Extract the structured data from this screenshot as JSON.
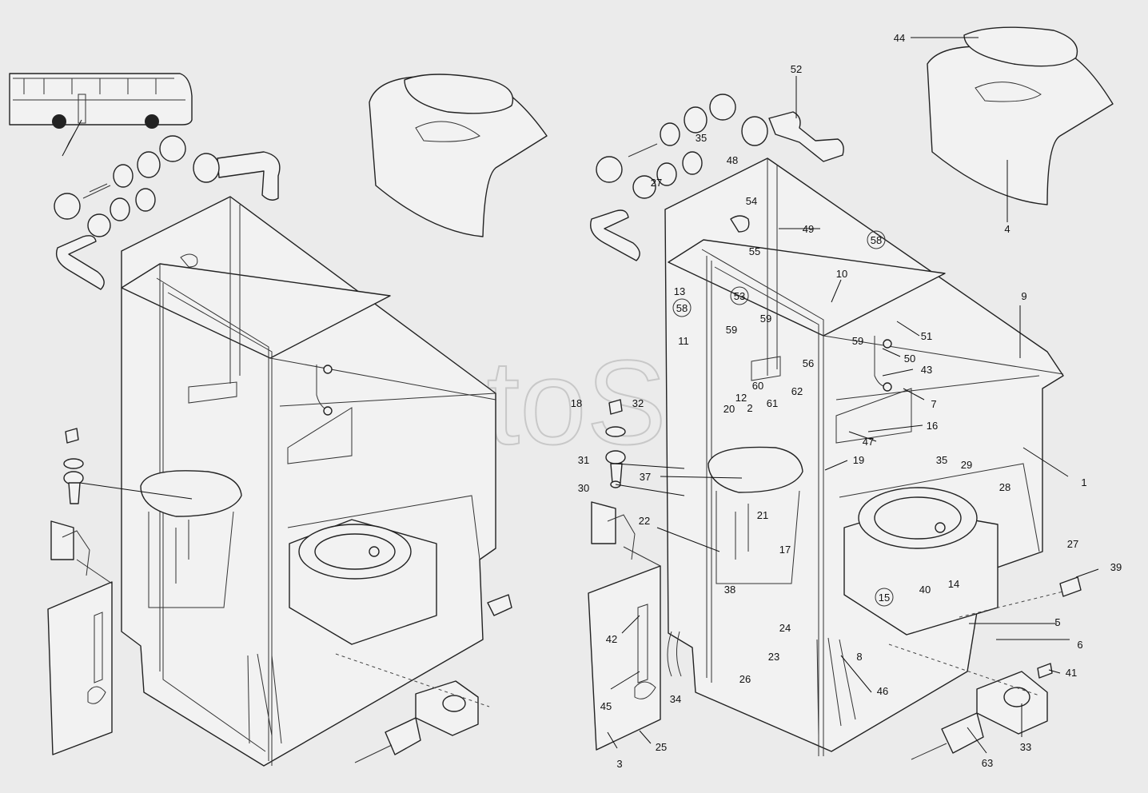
{
  "watermark": "AutoSoft",
  "callouts": [
    {
      "t": "44"
    },
    {
      "t": "52"
    },
    {
      "t": "35"
    },
    {
      "t": "48"
    },
    {
      "t": "27"
    },
    {
      "t": "54"
    },
    {
      "t": "49"
    },
    {
      "t": "58"
    },
    {
      "t": "55"
    },
    {
      "t": "4"
    },
    {
      "t": "13"
    },
    {
      "t": "10"
    },
    {
      "t": "58"
    },
    {
      "t": "53"
    },
    {
      "t": "9"
    },
    {
      "t": "51"
    },
    {
      "t": "11"
    },
    {
      "t": "59"
    },
    {
      "t": "59"
    },
    {
      "t": "59"
    },
    {
      "t": "50"
    },
    {
      "t": "56"
    },
    {
      "t": "43"
    },
    {
      "t": "60"
    },
    {
      "t": "12"
    },
    {
      "t": "62"
    },
    {
      "t": "7"
    },
    {
      "t": "18"
    },
    {
      "t": "32"
    },
    {
      "t": "2"
    },
    {
      "t": "61"
    },
    {
      "t": "20"
    },
    {
      "t": "16"
    },
    {
      "t": "47"
    },
    {
      "t": "31"
    },
    {
      "t": "19"
    },
    {
      "t": "35"
    },
    {
      "t": "29"
    },
    {
      "t": "1"
    },
    {
      "t": "30"
    },
    {
      "t": "37"
    },
    {
      "t": "28"
    },
    {
      "t": "21"
    },
    {
      "t": "22"
    },
    {
      "t": "17"
    },
    {
      "t": "27"
    },
    {
      "t": "39"
    },
    {
      "t": "38"
    },
    {
      "t": "40"
    },
    {
      "t": "14"
    },
    {
      "t": "15"
    },
    {
      "t": "5"
    },
    {
      "t": "24"
    },
    {
      "t": "42"
    },
    {
      "t": "6"
    },
    {
      "t": "23"
    },
    {
      "t": "8"
    },
    {
      "t": "41"
    },
    {
      "t": "26"
    },
    {
      "t": "34"
    },
    {
      "t": "46"
    },
    {
      "t": "45"
    },
    {
      "t": "25"
    },
    {
      "t": "33"
    },
    {
      "t": "3"
    },
    {
      "t": "63"
    }
  ]
}
